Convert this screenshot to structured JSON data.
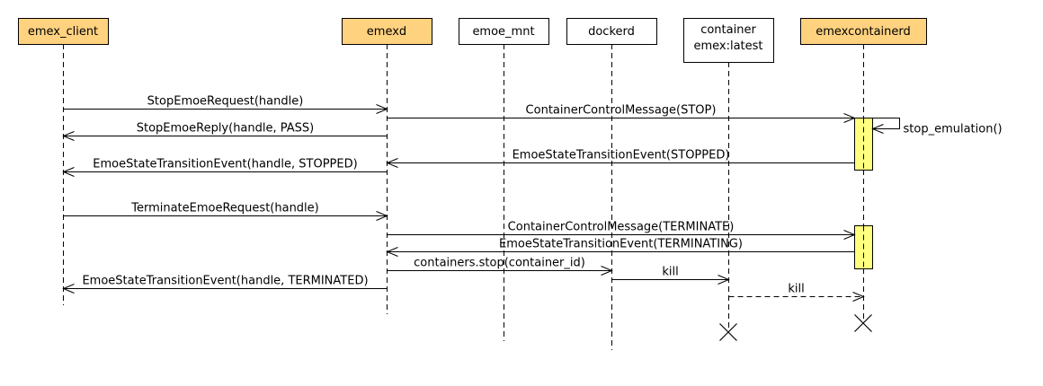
{
  "colors": {
    "highlight_fill": "#ffd280",
    "plain_fill": "#ffffff",
    "activation_fill": "#ffff80",
    "line": "#000000"
  },
  "participants": [
    {
      "id": "emex_client",
      "lines": [
        "emex_client"
      ],
      "highlighted": true
    },
    {
      "id": "emexd",
      "lines": [
        "emexd"
      ],
      "highlighted": true
    },
    {
      "id": "emoe_mnt",
      "lines": [
        "emoe_mnt"
      ],
      "highlighted": false
    },
    {
      "id": "dockerd",
      "lines": [
        "dockerd"
      ],
      "highlighted": false
    },
    {
      "id": "container",
      "lines": [
        "container",
        "emex:latest"
      ],
      "highlighted": false
    },
    {
      "id": "emexcontainerd",
      "lines": [
        "emexcontainerd"
      ],
      "highlighted": true
    }
  ],
  "messages": [
    {
      "from": "emex_client",
      "to": "emexd",
      "label": "StopEmoeRequest(handle)",
      "style": "solid"
    },
    {
      "from": "emexd",
      "to": "emexcontainerd",
      "label": "ContainerControlMessage(STOP)",
      "style": "solid"
    },
    {
      "from": "emexcontainerd",
      "to": "emexcontainerd",
      "label": "stop_emulation()",
      "style": "self"
    },
    {
      "from": "emexd",
      "to": "emex_client",
      "label": "StopEmoeReply(handle, PASS)",
      "style": "solid"
    },
    {
      "from": "emexcontainerd",
      "to": "emexd",
      "label": "EmoeStateTransitionEvent(STOPPED)",
      "style": "solid"
    },
    {
      "from": "emexd",
      "to": "emex_client",
      "label": "EmoeStateTransitionEvent(handle, STOPPED)",
      "style": "solid"
    },
    {
      "from": "emex_client",
      "to": "emexd",
      "label": "TerminateEmoeRequest(handle)",
      "style": "solid"
    },
    {
      "from": "emexd",
      "to": "emexcontainerd",
      "label": "ContainerControlMessage(TERMINATE)",
      "style": "solid"
    },
    {
      "from": "emexcontainerd",
      "to": "emexd",
      "label": "EmoeStateTransitionEvent(TERMINATING)",
      "style": "solid"
    },
    {
      "from": "emexd",
      "to": "dockerd",
      "label": "containers.stop(container_id)",
      "style": "solid"
    },
    {
      "from": "emexd",
      "to": "emex_client",
      "label": "EmoeStateTransitionEvent(handle, TERMINATED)",
      "style": "solid"
    },
    {
      "from": "dockerd",
      "to": "container",
      "label": "kill",
      "style": "solid"
    },
    {
      "from": "container",
      "to": "emexcontainerd",
      "label": "kill",
      "style": "dashed"
    }
  ],
  "activations": [
    {
      "participant": "emexcontainerd",
      "order": 1
    },
    {
      "participant": "emexcontainerd",
      "order": 2
    }
  ],
  "destroyed": [
    "container",
    "emexcontainerd"
  ]
}
